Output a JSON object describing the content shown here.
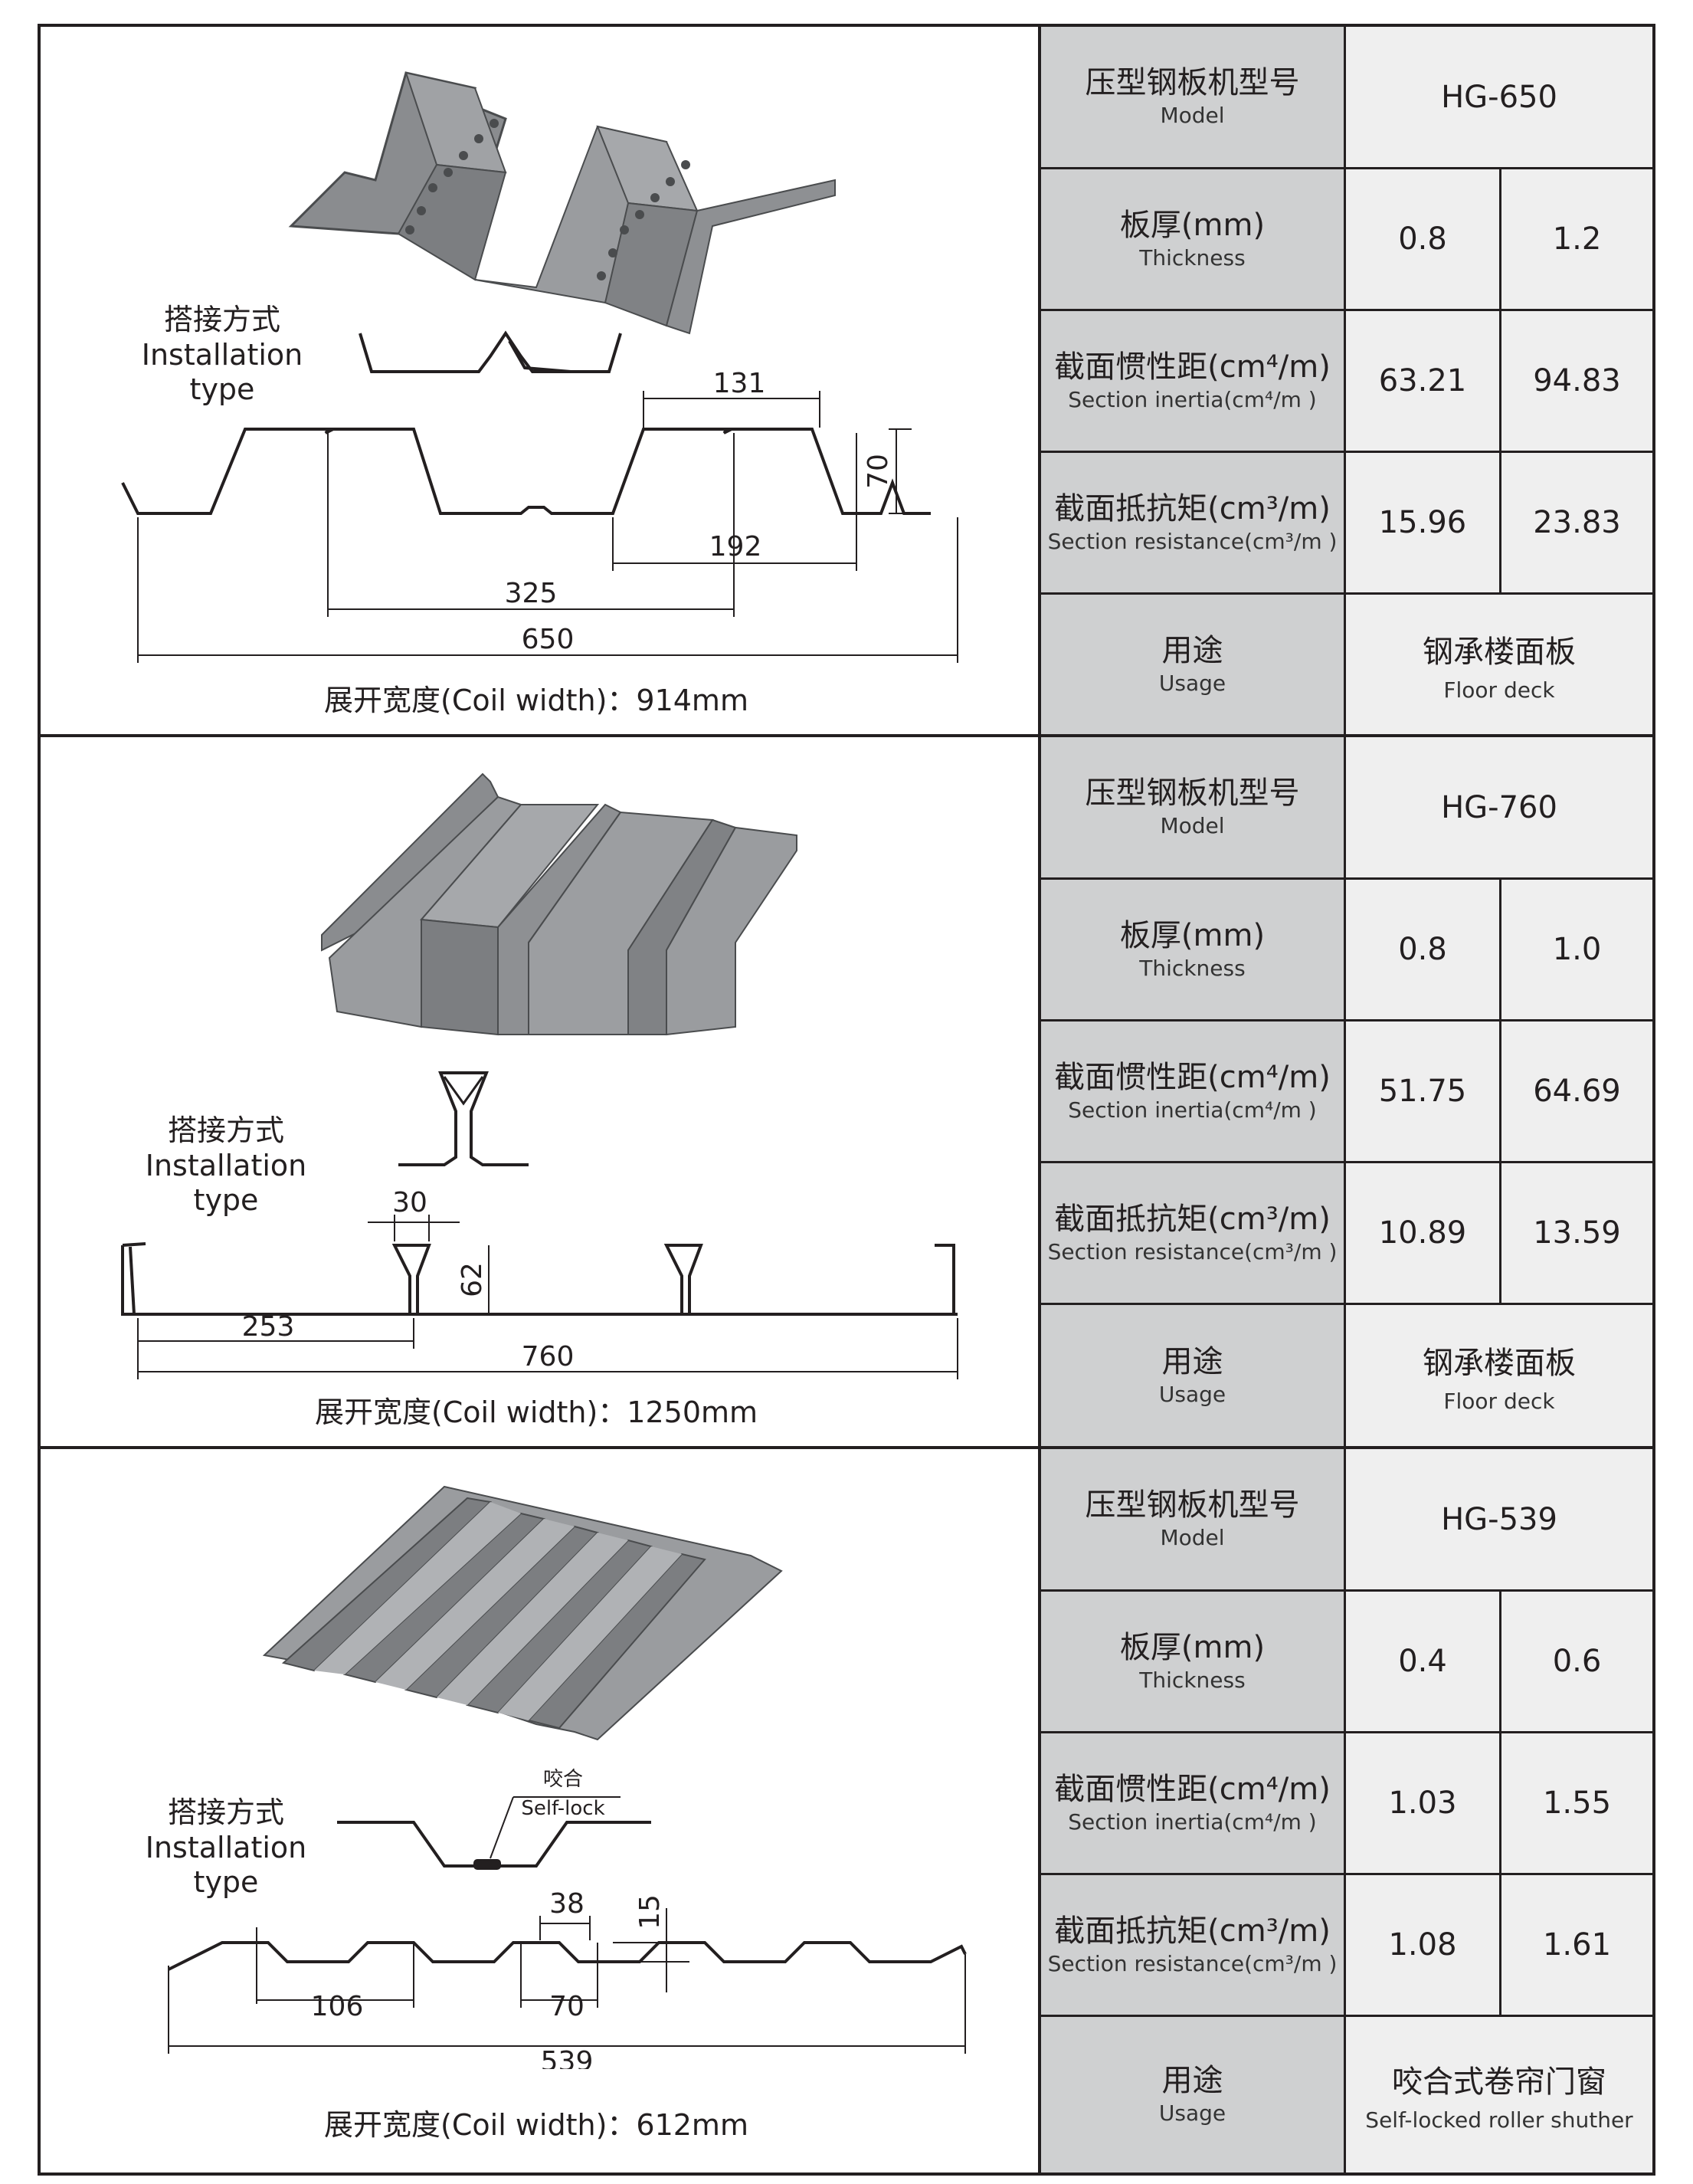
{
  "labels": {
    "model_zh": "压型钢板机型号",
    "model_en": "Model",
    "thickness_zh": "板厚(mm)",
    "thickness_en": "Thickness",
    "inertia_zh": "截面惯性距(cm⁴/m)",
    "inertia_en": "Section inertia(cm⁴/m )",
    "resistance_zh": "截面抵抗矩(cm³/m)",
    "resistance_en": "Section resistance(cm³/m )",
    "usage_zh": "用途",
    "usage_en": "Usage",
    "install_zh": "搭接方式",
    "install_en": "Installation type"
  },
  "products": [
    {
      "model": "HG-650",
      "thickness": [
        "0.8",
        "1.2"
      ],
      "inertia": [
        "63.21",
        "94.83"
      ],
      "resistance": [
        "15.96",
        "23.83"
      ],
      "usage_zh": "钢承楼面板",
      "usage_en": "Floor deck",
      "coil_width": "展开宽度(Coil width)：914mm",
      "dims": {
        "top": "131",
        "height": "70",
        "mid": "192",
        "half": "325",
        "total": "650"
      }
    },
    {
      "model": "HG-760",
      "thickness": [
        "0.8",
        "1.0"
      ],
      "inertia": [
        "51.75",
        "64.69"
      ],
      "resistance": [
        "10.89",
        "13.59"
      ],
      "usage_zh": "钢承楼面板",
      "usage_en": "Floor deck",
      "coil_width": "展开宽度(Coil width)：1250mm",
      "dims": {
        "top": "30",
        "height": "62",
        "pitch": "253",
        "total": "760"
      }
    },
    {
      "model": "HG-539",
      "thickness": [
        "0.4",
        "0.6"
      ],
      "inertia": [
        "1.03",
        "1.55"
      ],
      "resistance": [
        "1.08",
        "1.61"
      ],
      "usage_zh": "咬合式卷帘门窗",
      "usage_en": "Self-locked roller shuther",
      "coil_width": "展开宽度(Coil width)：612mm",
      "self_lock_zh": "咬合",
      "self_lock_en": "Self-lock",
      "dims": {
        "top": "38",
        "height": "15",
        "pitch": "106",
        "bottom": "70",
        "total": "539"
      }
    }
  ]
}
